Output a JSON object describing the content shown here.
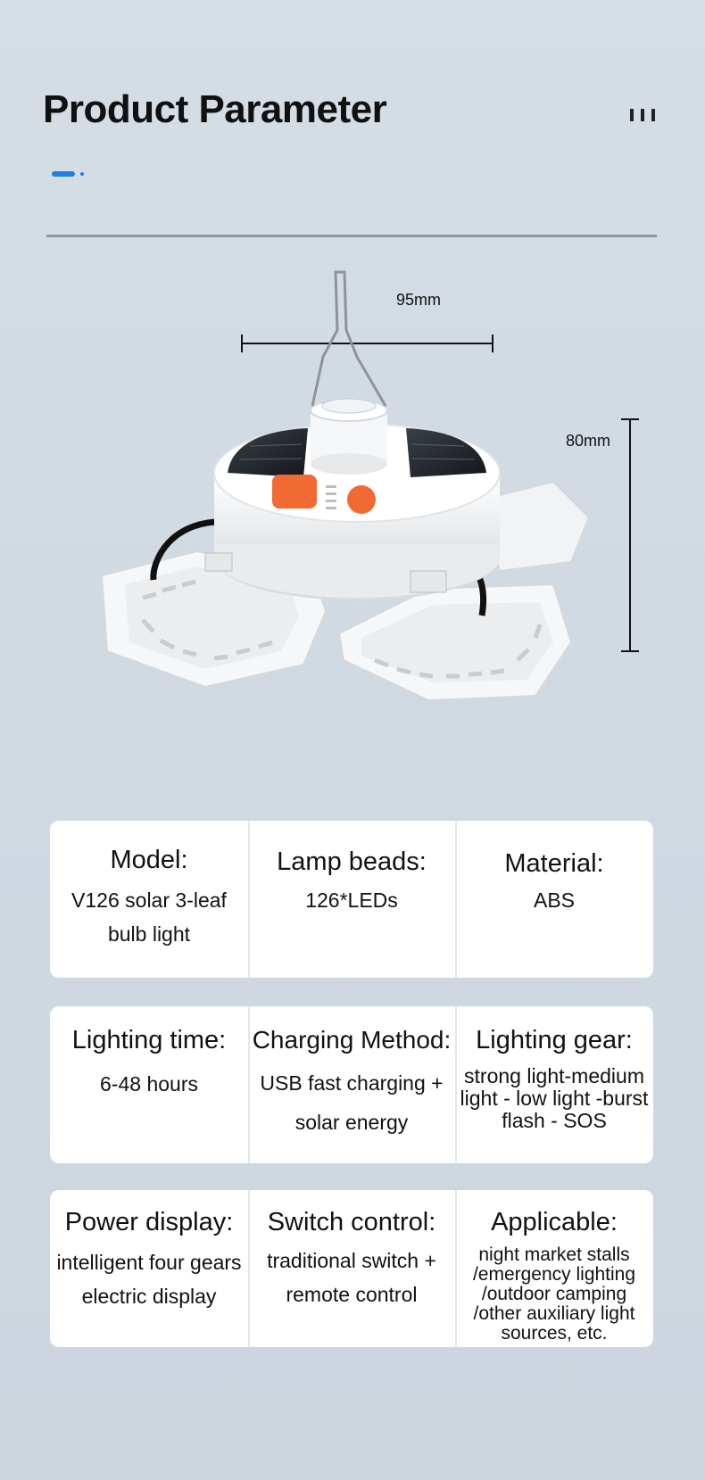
{
  "header": {
    "title": "Product Parameter"
  },
  "dimensions": {
    "width_label": "95mm",
    "height_label": "80mm"
  },
  "specs": [
    {
      "label": "Model:",
      "value": "V126 solar 3-leaf bulb light"
    },
    {
      "label": "Lamp beads:",
      "value": "126*LEDs"
    },
    {
      "label": "Material:",
      "value": "ABS"
    },
    {
      "label": "Lighting time:",
      "value": "6-48 hours"
    },
    {
      "label": "Charging Method:",
      "value": "USB fast charging + solar energy"
    },
    {
      "label": "Lighting gear:",
      "value": "strong light-medium light - low light -burst flash - SOS"
    },
    {
      "label": "Power display:",
      "value": "intelligent four gears electric display"
    },
    {
      "label": "Switch control:",
      "value": "traditional switch + remote control"
    },
    {
      "label": "Applicable:",
      "value": "night market stalls /emergency lighting /outdoor camping /other auxiliary light sources, etc."
    }
  ],
  "colors": {
    "accent": "#1e7fe0",
    "button": "#f26a33",
    "background": "#d2dae3"
  }
}
